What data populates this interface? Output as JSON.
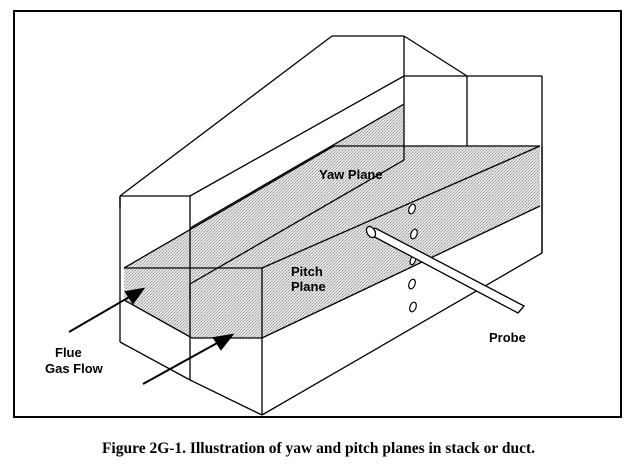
{
  "labels": {
    "yaw_plane": "Yaw Plane",
    "pitch_plane_line1": "Pitch",
    "pitch_plane_line2": "Plane",
    "flow_line1": "Flue",
    "flow_line2": "Gas Flow",
    "probe": "Probe"
  },
  "caption": "Figure 2G-1.  Illustration of yaw and pitch planes in stack or duct.",
  "colors": {
    "line": "#000000",
    "plane_fill": "#d9d9d9",
    "background": "#ffffff"
  }
}
